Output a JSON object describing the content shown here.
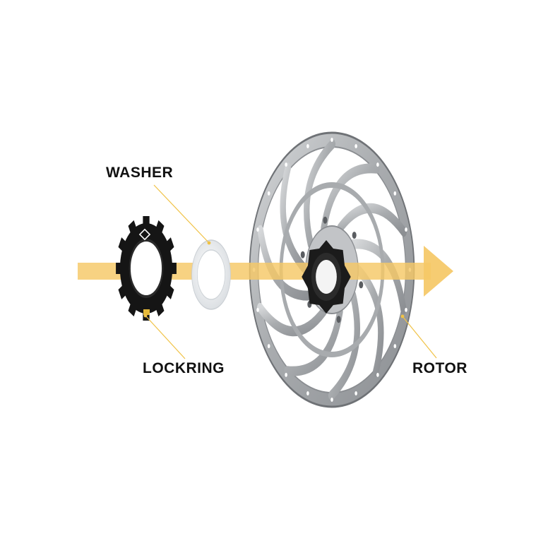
{
  "labels": {
    "washer": "WASHER",
    "lockring": "LOCKRING",
    "rotor": "ROTOR"
  },
  "colors": {
    "arrow": "#f5c866",
    "leader_line": "#f0c245",
    "lockring": "#151515",
    "washer": "#eceff2",
    "rotor_steel": "#b3b5b8",
    "rotor_edge": "#7d8084",
    "hub": "#1b1b1b"
  },
  "icons": {
    "arrow": "right-arrow-icon",
    "brand_mark": "diamond-logo-icon"
  }
}
